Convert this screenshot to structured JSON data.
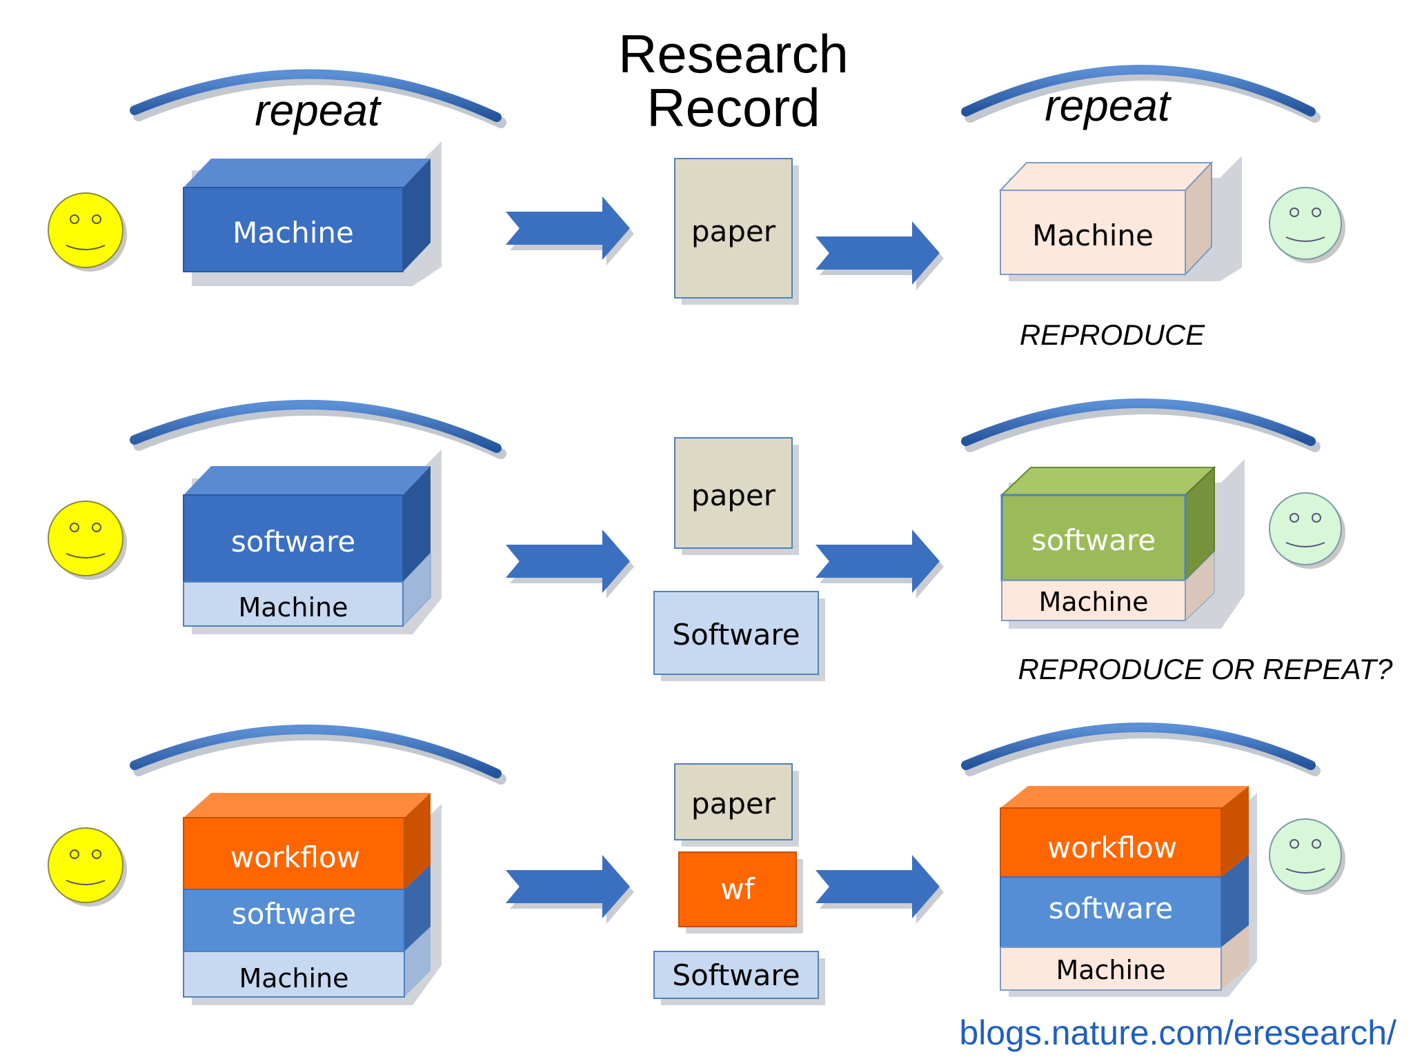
{
  "title": {
    "line1": "Research",
    "line2": "Record"
  },
  "rows": [
    {
      "repeat_left": "repeat",
      "left_stack": [
        "Machine"
      ],
      "record": [
        "paper"
      ],
      "repeat_right": "repeat",
      "right_stack": [
        "Machine"
      ],
      "caption": "REPRODUCE"
    },
    {
      "left_stack": [
        "software",
        "Machine"
      ],
      "record": [
        "paper",
        "Software"
      ],
      "right_stack": [
        "software",
        "Machine"
      ],
      "caption": "REPRODUCE OR REPEAT?"
    },
    {
      "left_stack": [
        "workflow",
        "software",
        "Machine"
      ],
      "record": [
        "paper",
        "wf",
        "Software"
      ],
      "right_stack": [
        "workflow",
        "software",
        "Machine"
      ]
    }
  ],
  "source_link": "blogs.nature.com/eresearch/",
  "colors": {
    "machine_blue": "#3a6fc1",
    "light_blue": "#c6d9f1",
    "paper_tan": "#ddd9c4",
    "peach": "#fce8dc",
    "green": "#9bbb59",
    "orange": "#ff6600",
    "mid_blue": "#558ed5",
    "smiley_yellow": "#ffff00",
    "smiley_green": "#d8f6d8",
    "arrow_blue": "#3b6fc0",
    "link_blue": "#1f5fbf"
  }
}
